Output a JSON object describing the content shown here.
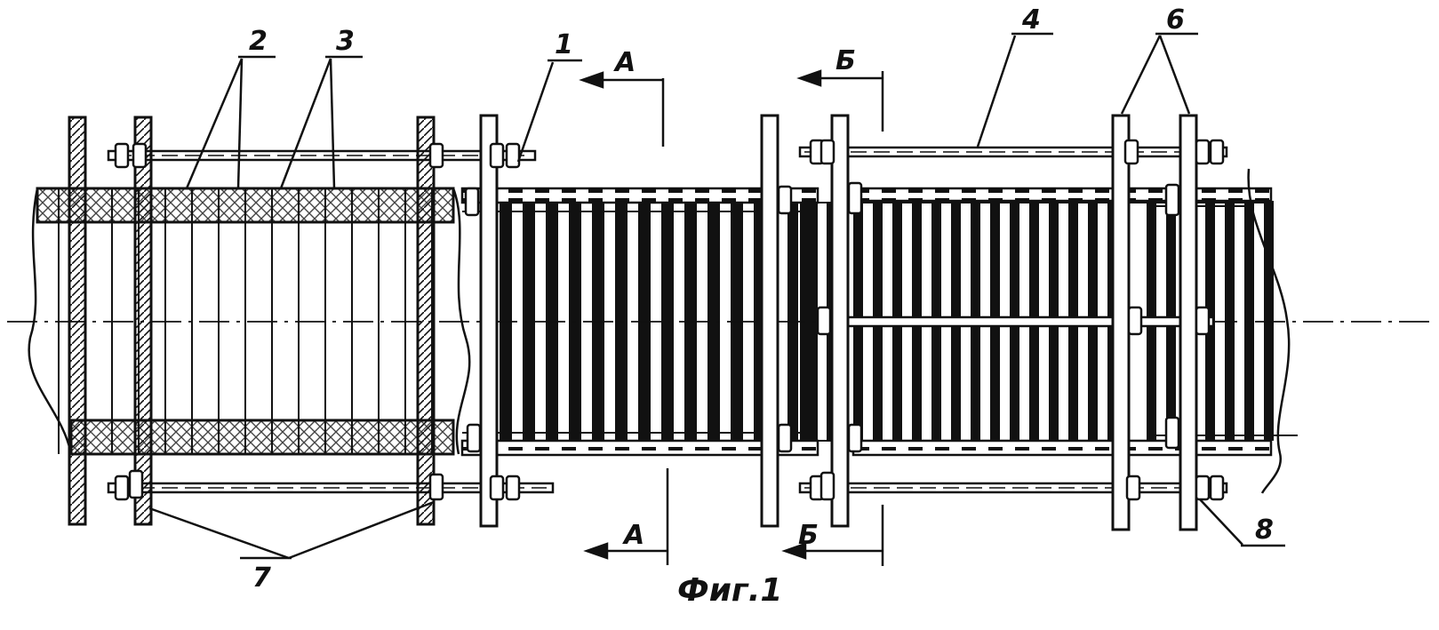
{
  "figure": {
    "caption": "Фиг.1",
    "callouts": [
      {
        "id": "c1",
        "text": "1"
      },
      {
        "id": "c2",
        "text": "2"
      },
      {
        "id": "c3",
        "text": "3"
      },
      {
        "id": "c4",
        "text": "4"
      },
      {
        "id": "c6",
        "text": "6"
      },
      {
        "id": "c7",
        "text": "7"
      },
      {
        "id": "c8",
        "text": "8"
      }
    ],
    "section_marks": [
      {
        "id": "a-top",
        "text": "А"
      },
      {
        "id": "a-bottom",
        "text": "А"
      },
      {
        "id": "b-top",
        "text": "Б"
      },
      {
        "id": "b-bottom",
        "text": "Б"
      }
    ]
  },
  "colors": {
    "ink": "#111111",
    "paper": "#ffffff",
    "hatch": "#444444"
  }
}
